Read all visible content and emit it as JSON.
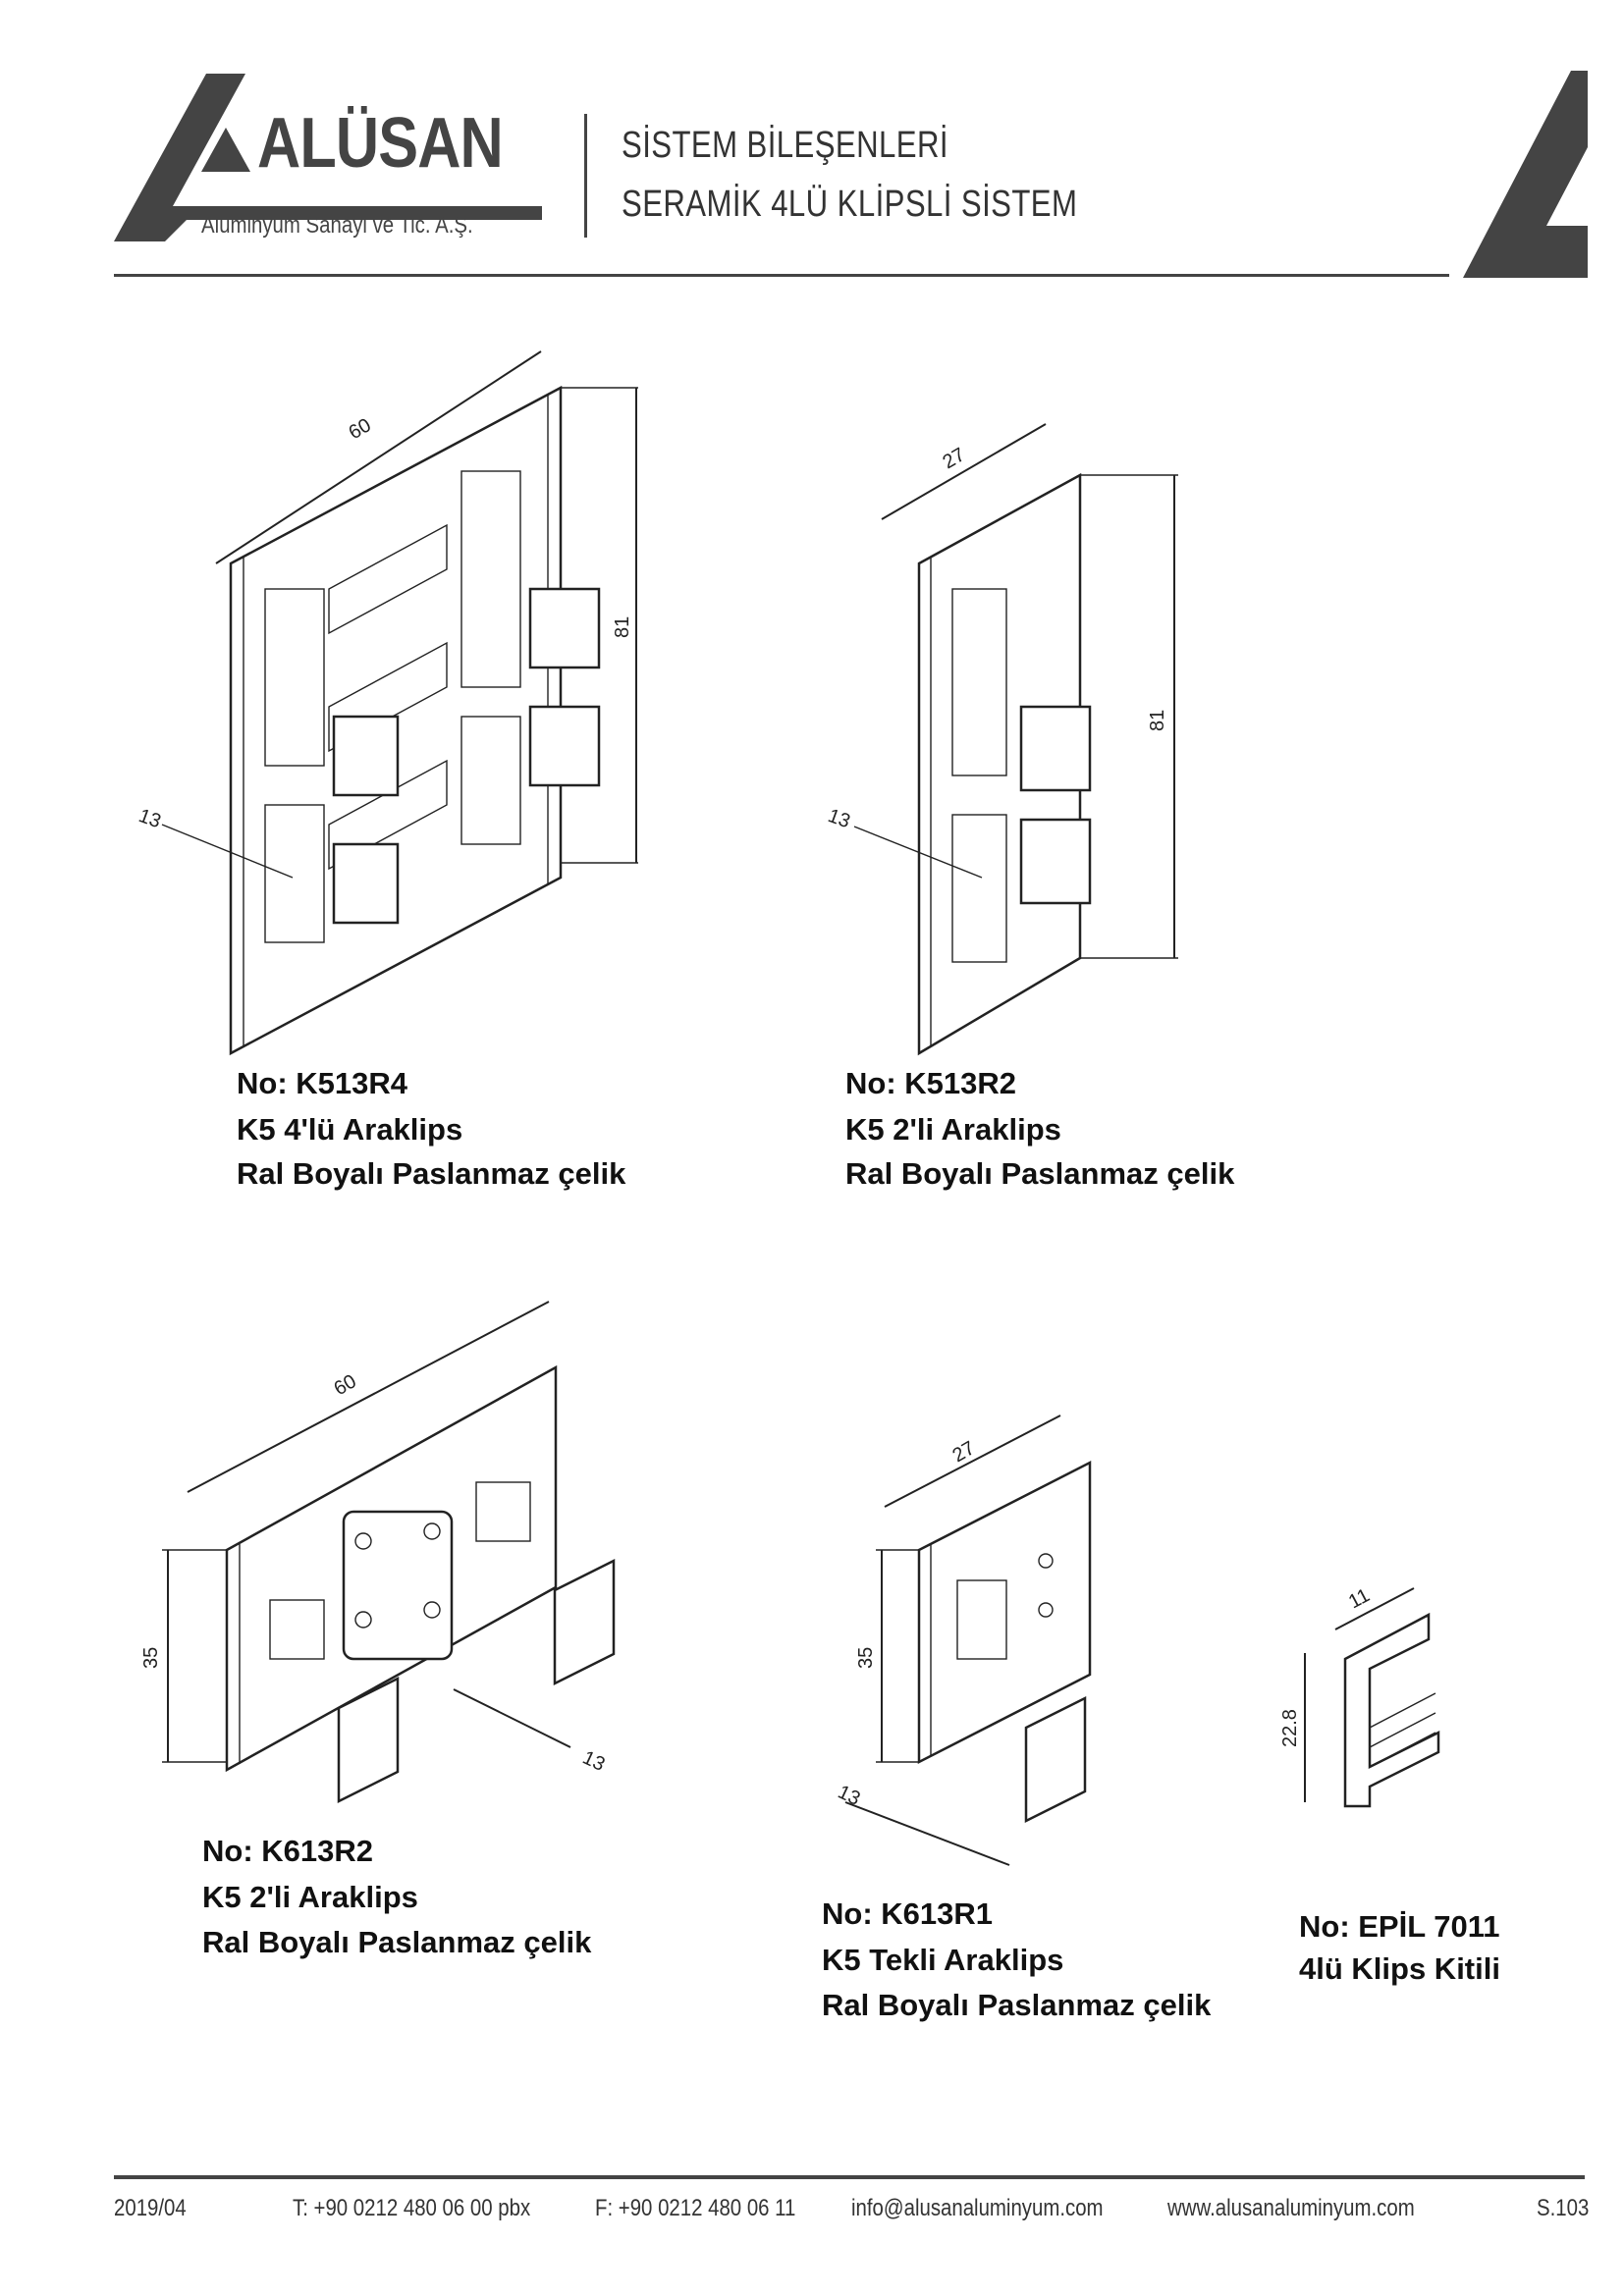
{
  "header": {
    "logo_text": "ALÜSAN",
    "logo_subtitle": "Alüminyum Sanayi ve Tic. A.Ş.",
    "title_line1": "SİSTEM BİLEŞENLERİ",
    "title_line2": "SERAMİK 4LÜ KLİPSLİ  SİSTEM"
  },
  "parts": [
    {
      "no": "No: K513R4",
      "name": "K5 4'lü Araklips",
      "material": "Ral Boyalı Paslanmaz çelik",
      "dims": [
        "60",
        "81",
        "13"
      ]
    },
    {
      "no": "No: K513R2",
      "name": "K5 2'li Araklips",
      "material": "Ral Boyalı Paslanmaz çelik",
      "dims": [
        "27",
        "81",
        "13"
      ]
    },
    {
      "no": "No: K613R2",
      "name": "K5 2'li Araklips",
      "material": "Ral Boyalı Paslanmaz çelik",
      "dims": [
        "60",
        "35",
        "13"
      ]
    },
    {
      "no": "No: K613R1",
      "name": "K5 Tekli Araklips",
      "material": "Ral Boyalı Paslanmaz çelik",
      "dims": [
        "27",
        "35",
        "13"
      ]
    },
    {
      "no": "No: EPİL 7011",
      "name": "4lü Klips Kitili",
      "dims": [
        "11",
        "22.8"
      ]
    }
  ],
  "footer": {
    "date": "2019/04",
    "phone": "T: +90 0212 480 06 00 pbx",
    "fax": "F: +90 0212 480 06 11",
    "email": "info@alusanaluminyum.com",
    "web": "www.alusanaluminyum.com",
    "page": "S.103"
  }
}
